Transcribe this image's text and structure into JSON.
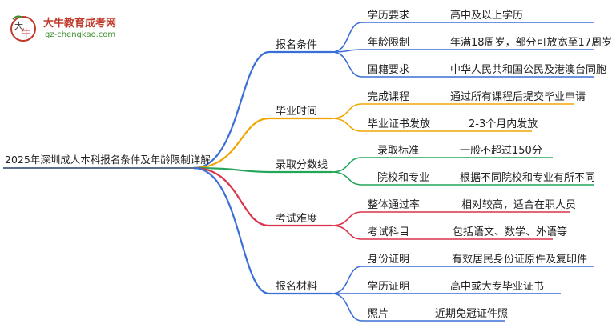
{
  "logo": {
    "title": "大牛教育成考网",
    "url": "gz-chengkao.com"
  },
  "root": {
    "label": "2025年深圳成人本科报名条件及年龄限制详解"
  },
  "colors": {
    "root_line": "#5b6f8a",
    "branches": [
      "#3b6fd6",
      "#f0a500",
      "#23a55a",
      "#d9344b",
      "#3b6fd6"
    ]
  },
  "branches": [
    {
      "label": "报名条件",
      "children": [
        {
          "key": "学历要求",
          "value": "高中及以上学历"
        },
        {
          "key": "年龄限制",
          "value": "年满18周岁，部分可放宽至17周岁"
        },
        {
          "key": "国籍要求",
          "value": "中华人民共和国公民及港澳台同胞"
        }
      ]
    },
    {
      "label": "毕业时间",
      "children": [
        {
          "key": "完成课程",
          "value": "通过所有课程后提交毕业申请"
        },
        {
          "key": "毕业证书发放",
          "value": "2-3个月内发放"
        }
      ]
    },
    {
      "label": "录取分数线",
      "children": [
        {
          "key": "录取标准",
          "value": "一般不超过150分"
        },
        {
          "key": "院校和专业",
          "value": "根据不同院校和专业有所不同"
        }
      ]
    },
    {
      "label": "考试难度",
      "children": [
        {
          "key": "整体通过率",
          "value": "相对较高，适合在职人员"
        },
        {
          "key": "考试科目",
          "value": "包括语文、数学、外语等"
        }
      ]
    },
    {
      "label": "报名材料",
      "children": [
        {
          "key": "身份证明",
          "value": "有效居民身份证原件及复印件"
        },
        {
          "key": "学历证明",
          "value": "高中或大专毕业证书"
        },
        {
          "key": "照片",
          "value": "近期免冠证件照"
        }
      ]
    }
  ]
}
